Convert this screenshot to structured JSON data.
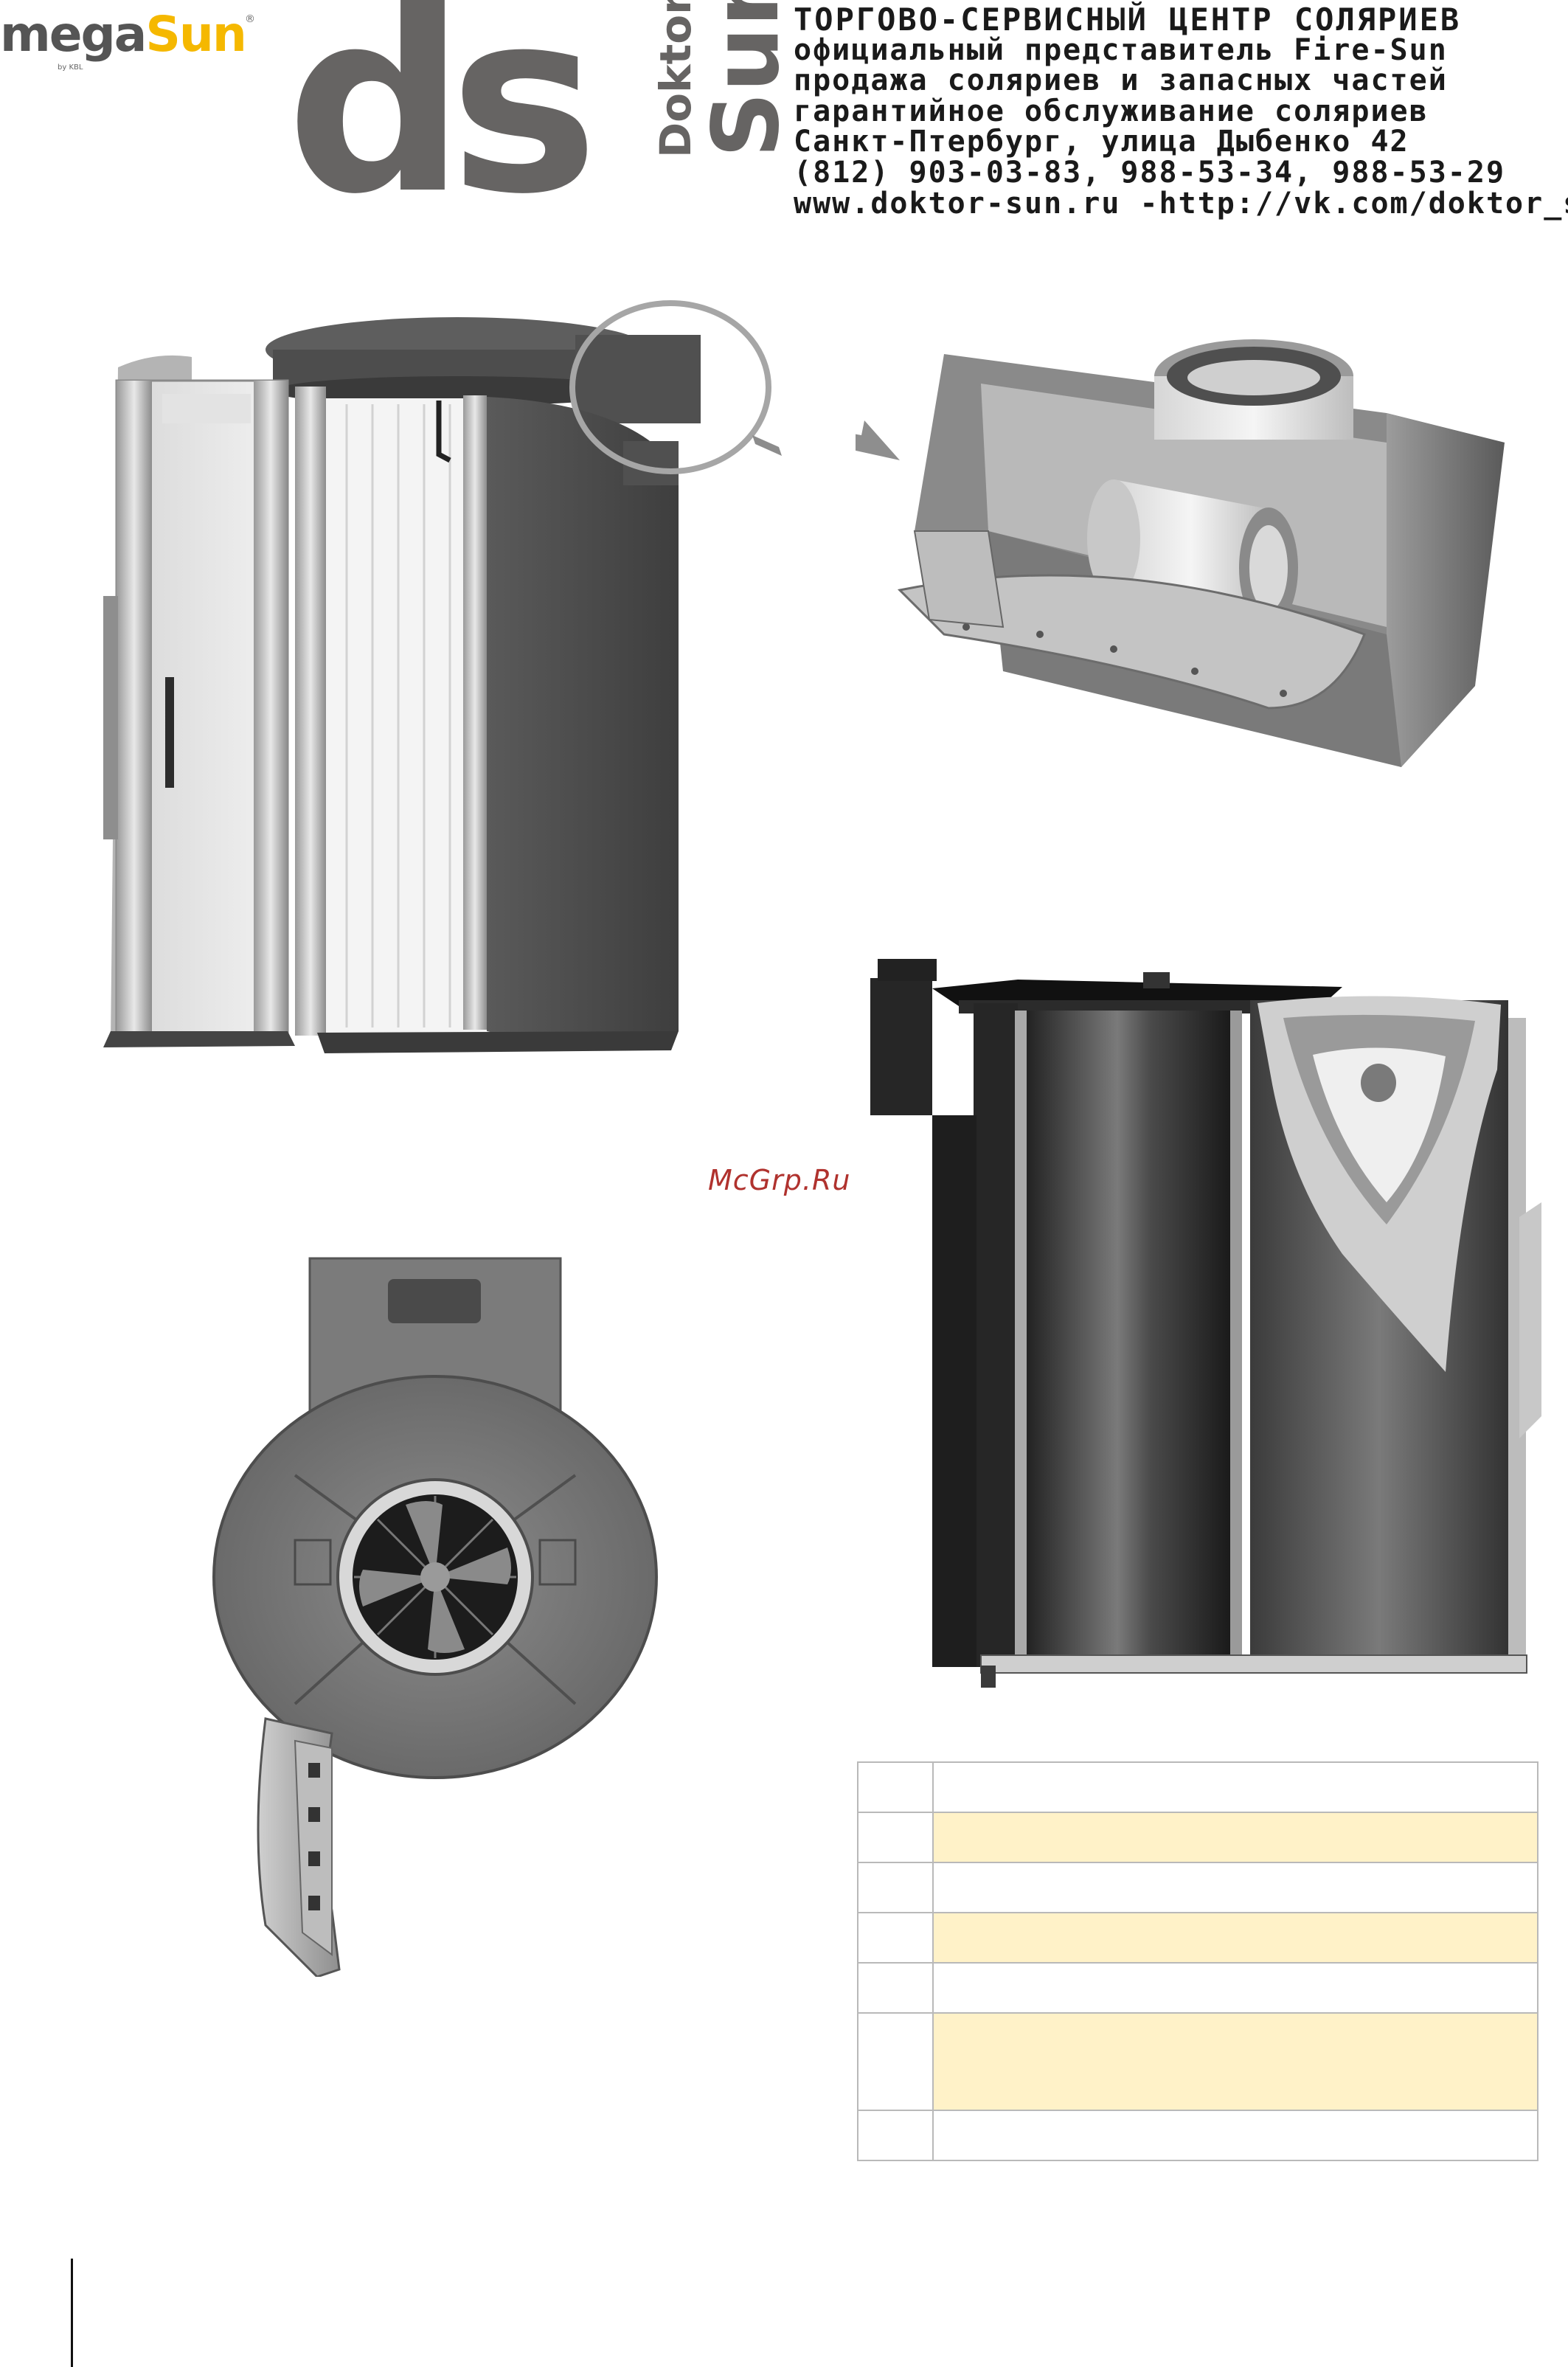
{
  "header": {
    "brand_name_grey": "mega",
    "brand_name_sun": "Sun",
    "brand_reg": "®",
    "brand_tagline": "by KBL",
    "ds_letters": "ds",
    "doktor_small": "Doktor",
    "doktor_big": "Sun",
    "company_lines": [
      "ТОРГОВО-СЕРВИСНЫЙ ЦЕНТР СОЛЯРИЕВ",
      "официальный представитель Fire-Sun",
      "продажа соляриев и запасных частей",
      "гарантийное обслуживание соляриев",
      "Санкт-Птербург, улица Дыбенко 42",
      "(812) 903-03-83, 988-53-34, 988-53-29",
      "www.doktor-sun.ru -http://vk.com/doktor_sun"
    ]
  },
  "watermark": "McGrp.Ru",
  "colors": {
    "logo_grey": "#666463",
    "brand_sun": "#f5b800",
    "table_highlight": "#fff2c8",
    "table_border": "#b9b9b9",
    "watermark": "#b0322e"
  },
  "parts_table": {
    "rows": [
      {
        "num": "",
        "desc": "",
        "highlight": false
      },
      {
        "num": "",
        "desc": "",
        "highlight": true
      },
      {
        "num": "",
        "desc": "",
        "highlight": false
      },
      {
        "num": "",
        "desc": "",
        "highlight": true
      },
      {
        "num": "",
        "desc": "",
        "highlight": false
      },
      {
        "num": "",
        "desc": "",
        "highlight": true
      },
      {
        "num": "",
        "desc": "",
        "highlight": false
      }
    ]
  }
}
